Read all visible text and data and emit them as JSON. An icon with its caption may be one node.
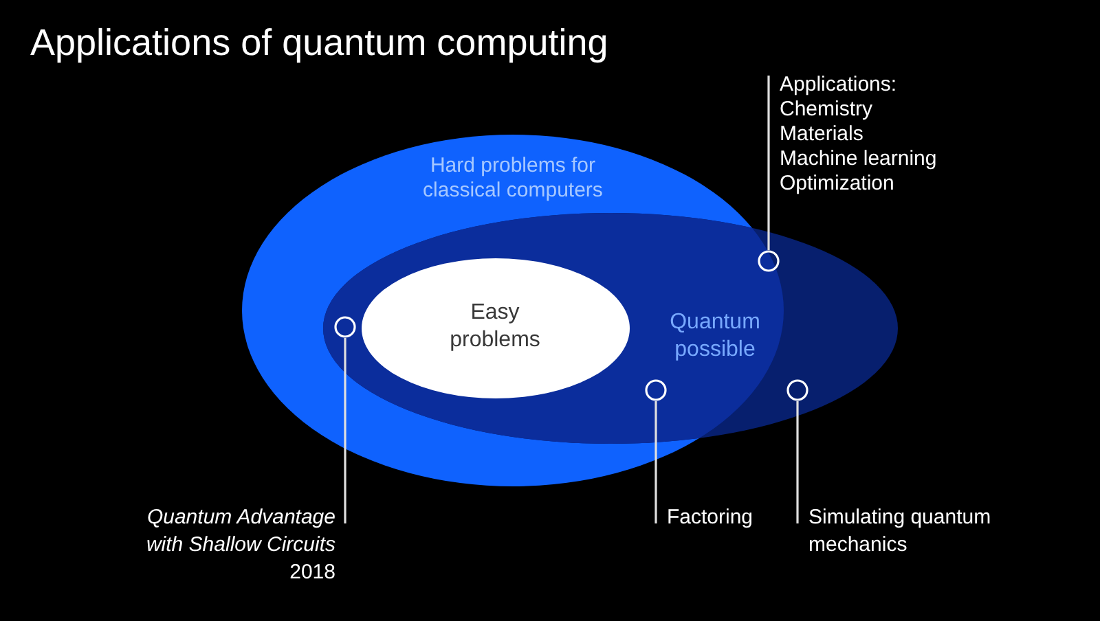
{
  "diagram": {
    "title": "Applications of quantum computing",
    "nodes": [
      {
        "text": [
          "Hard problems for classical computers"
        ]
      },
      {
        "text": [
          "Quantum possible"
        ]
      },
      {
        "text": [
          "Easy problems"
        ],
        "in": 1
      },
      {
        "text": [
          "Applications:",
          "Chemistry",
          "Materials",
          "Machine learning",
          "Optimization"
        ]
      },
      {
        "text": [
          "Quantum Advantage with Shallow Circuits",
          "2018"
        ]
      },
      {
        "text": [
          "Factoring"
        ]
      },
      {
        "text": [
          "Simulating quantum mechanics"
        ]
      },
      {
        "text": [],
        "shape": "circle",
        "in": 1
      },
      {
        "text": [],
        "shape": "circle",
        "in": 1
      },
      {
        "text": [],
        "shape": "circle",
        "in": 1
      },
      {
        "text": [],
        "shape": "circle",
        "in": 1
      }
    ],
    "edges": [
      {
        "from": 4,
        "to": 7,
        "arrow": "none"
      },
      {
        "from": 5,
        "to": 8,
        "arrow": "none"
      },
      {
        "from": 3,
        "to": 9,
        "arrow": "none"
      },
      {
        "from": 6,
        "to": 10,
        "arrow": "none"
      }
    ]
  }
}
